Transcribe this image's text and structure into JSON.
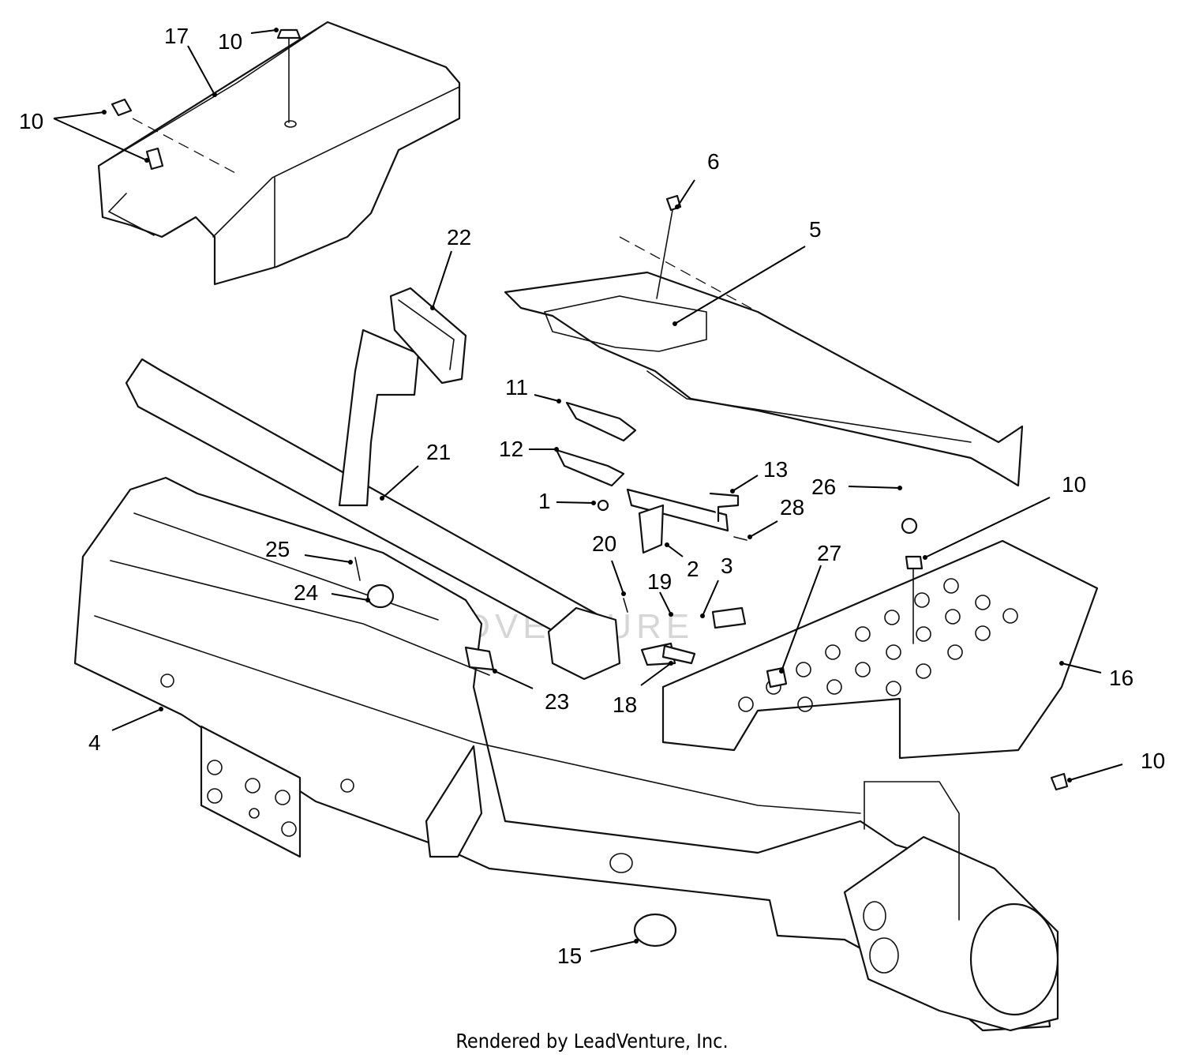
{
  "watermark": "LEADVENTURE",
  "footer": "Rendered by LeadVenture, Inc.",
  "callouts": [
    {
      "id": "c17",
      "label": "17"
    },
    {
      "id": "c10a",
      "label": "10"
    },
    {
      "id": "c10b",
      "label": "10"
    },
    {
      "id": "c6",
      "label": "6"
    },
    {
      "id": "c5",
      "label": "5"
    },
    {
      "id": "c22",
      "label": "22"
    },
    {
      "id": "c11",
      "label": "11"
    },
    {
      "id": "c12",
      "label": "12"
    },
    {
      "id": "c21",
      "label": "21"
    },
    {
      "id": "c13",
      "label": "13"
    },
    {
      "id": "c26",
      "label": "26"
    },
    {
      "id": "c10c",
      "label": "10"
    },
    {
      "id": "c1",
      "label": "1"
    },
    {
      "id": "c28",
      "label": "28"
    },
    {
      "id": "c25",
      "label": "25"
    },
    {
      "id": "c20",
      "label": "20"
    },
    {
      "id": "c2",
      "label": "2"
    },
    {
      "id": "c3",
      "label": "3"
    },
    {
      "id": "c27",
      "label": "27"
    },
    {
      "id": "c19",
      "label": "19"
    },
    {
      "id": "c24",
      "label": "24"
    },
    {
      "id": "c16",
      "label": "16"
    },
    {
      "id": "c23",
      "label": "23"
    },
    {
      "id": "c18",
      "label": "18"
    },
    {
      "id": "c4",
      "label": "4"
    },
    {
      "id": "c10d",
      "label": "10"
    },
    {
      "id": "c15",
      "label": "15"
    }
  ]
}
